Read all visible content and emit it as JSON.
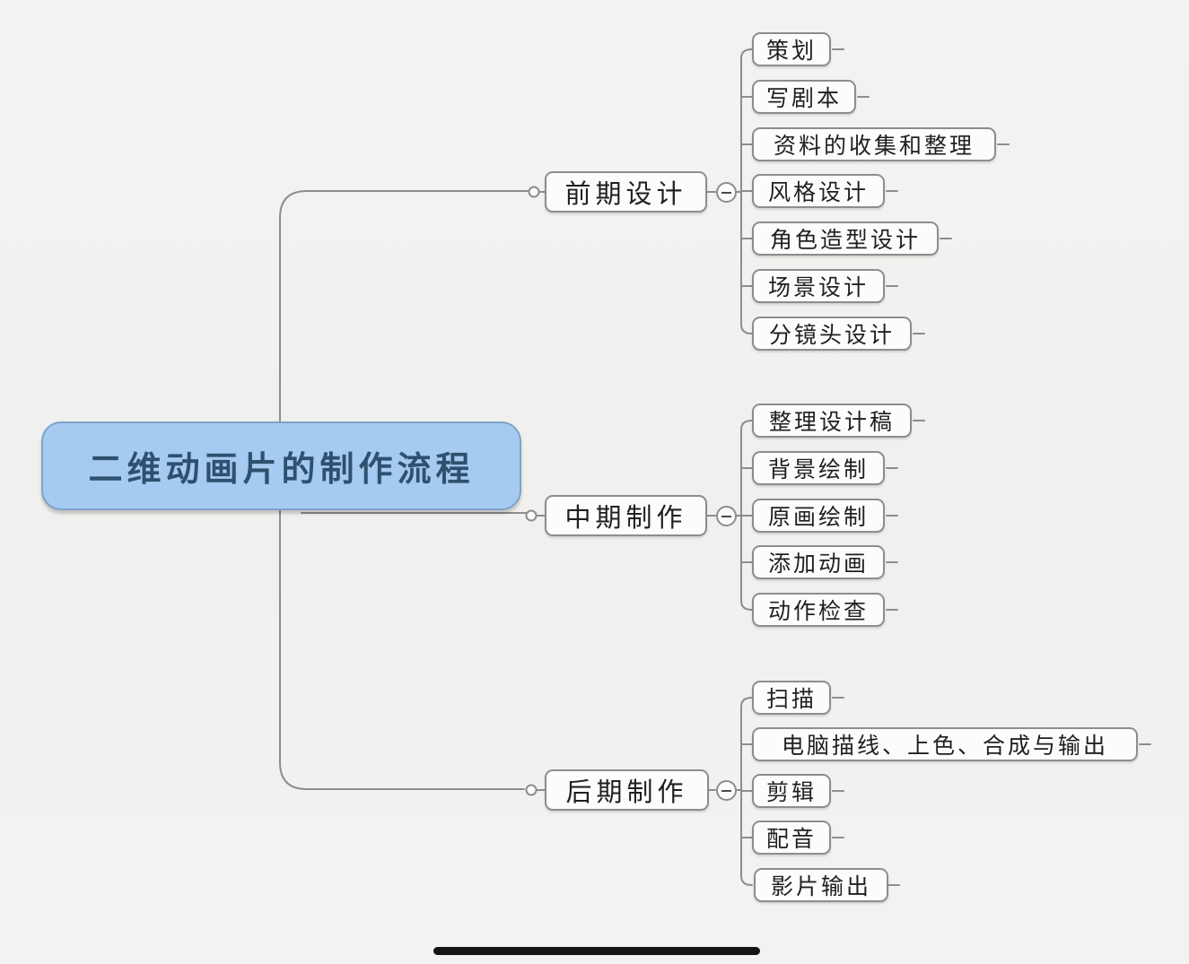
{
  "title": "二维动画片的制作流程",
  "root": {
    "label": "二维动画片的制作流程"
  },
  "branches": [
    {
      "label": "前期设计",
      "collapse_icon": "minus-icon",
      "children": [
        "策划",
        "写剧本",
        "资料的收集和整理",
        "风格设计",
        "角色造型设计",
        "场景设计",
        "分镜头设计"
      ]
    },
    {
      "label": "中期制作",
      "collapse_icon": "minus-icon",
      "children": [
        "整理设计稿",
        "背景绘制",
        "原画绘制",
        "添加动画",
        "动作检查"
      ]
    },
    {
      "label": "后期制作",
      "collapse_icon": "minus-icon",
      "children": [
        "扫描",
        "电脑描线、上色、合成与输出",
        "剪辑",
        "配音",
        "影片输出"
      ]
    }
  ],
  "colors": {
    "bg_top": "#f3f3f2",
    "bg_mid": "#f0f0ee",
    "bg_bottom": "#f2f2f0",
    "root_fill": "#a6cbf0",
    "root_border": "#7fa2c8",
    "root_text": "#2e516f",
    "node_fill": "#fcfcfb",
    "node_border": "#8d8d8d",
    "node_text": "#1f1f1f",
    "line": "#8d8d8d",
    "home_bar": "#141414"
  }
}
